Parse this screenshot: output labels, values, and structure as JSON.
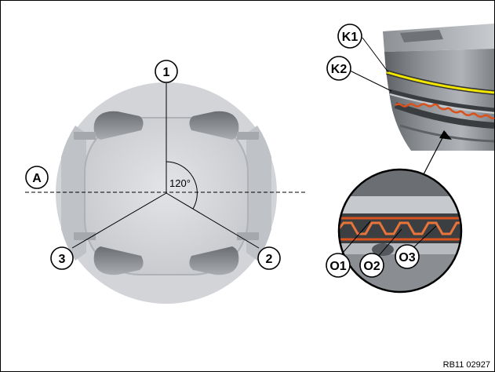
{
  "labels": {
    "gap_1": "1",
    "gap_2": "2",
    "gap_3": "3",
    "axis_a": "A",
    "ring_k1": "K1",
    "ring_k2": "K2",
    "ring_o1": "O1",
    "ring_o2": "O2",
    "ring_o3": "O3"
  },
  "angle_text": "120°",
  "doc_ref": "RB11 02927",
  "colors": {
    "piston_light": "#d4d6da",
    "piston_mid": "#a7aaae",
    "piston_dark": "#6f7276",
    "compression_ring_highlight": "#f2e600",
    "oil_ring_highlight": "#d9531e"
  }
}
